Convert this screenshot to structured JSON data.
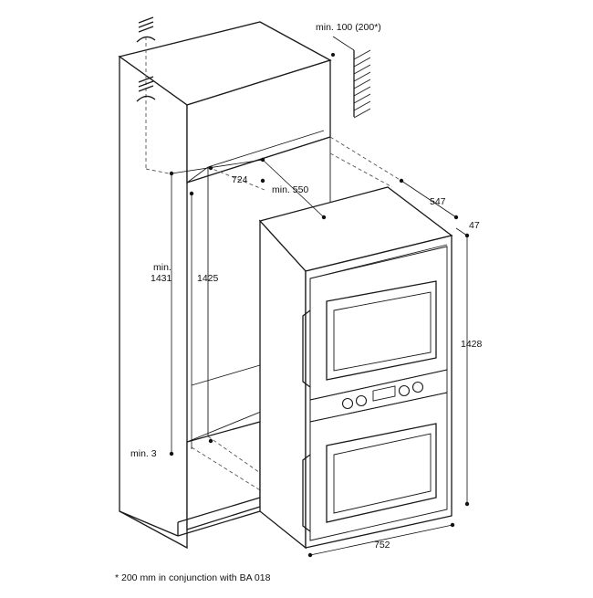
{
  "dimensions": {
    "ventilation_gap": "min. 100 (200*)",
    "niche_width": "724",
    "niche_depth": "min. 550",
    "appliance_depth": "547",
    "door_thickness": "47",
    "niche_height_label_1": "min.",
    "niche_height_label_2": "1431",
    "inner_height": "1425",
    "appliance_height": "1428",
    "bottom_gap": "min. 3",
    "appliance_width": "752"
  },
  "footnote": "* 200 mm in conjunction with BA 018"
}
